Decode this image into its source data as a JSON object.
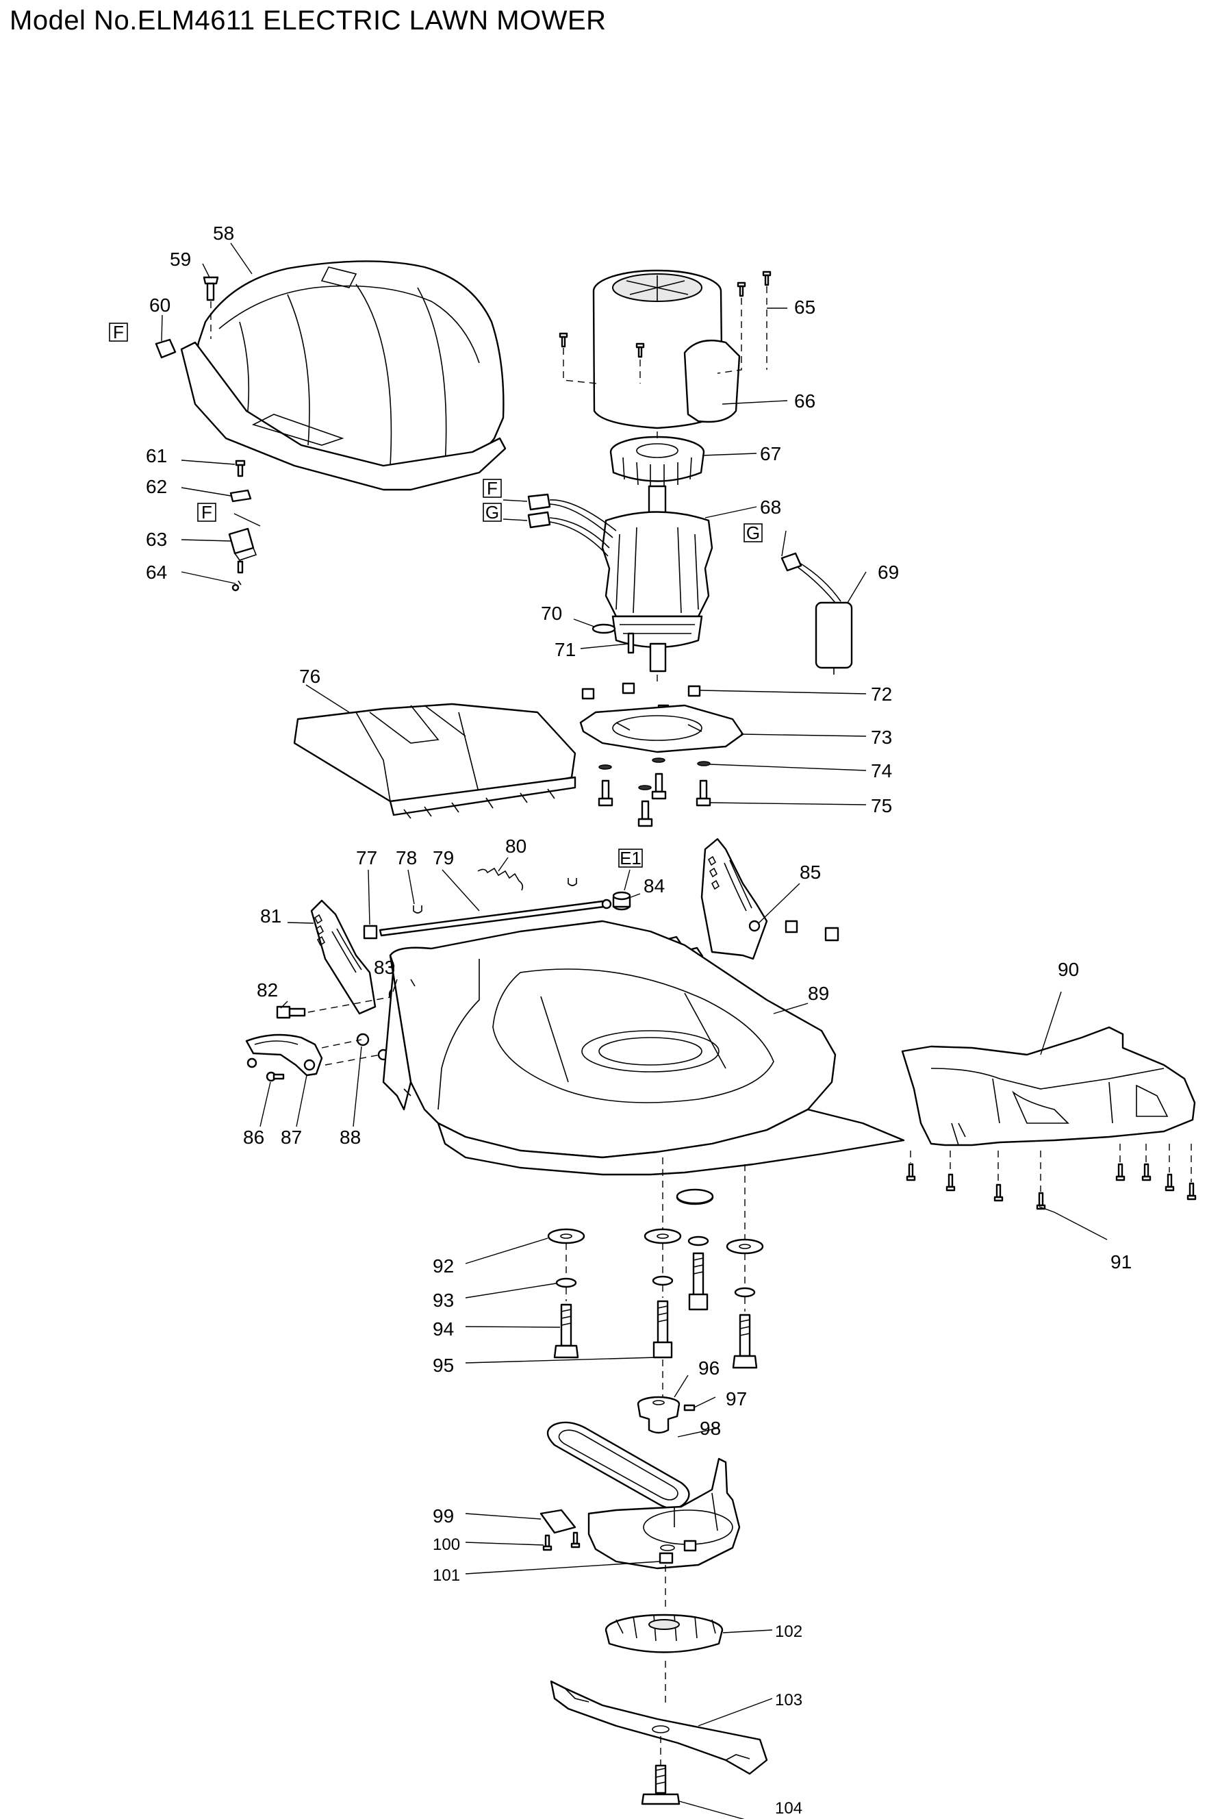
{
  "title": "Model No.ELM4611 ELECTRIC LAWN MOWER",
  "connector_tags": {
    "f1": "F",
    "f2": "F",
    "f3": "F",
    "g1": "G",
    "g2": "G",
    "e1": "E1"
  },
  "callouts": [
    {
      "id": "c58",
      "label": "58"
    },
    {
      "id": "c59",
      "label": "59"
    },
    {
      "id": "c60",
      "label": "60"
    },
    {
      "id": "c61",
      "label": "61"
    },
    {
      "id": "c62",
      "label": "62"
    },
    {
      "id": "c63",
      "label": "63"
    },
    {
      "id": "c64",
      "label": "64"
    },
    {
      "id": "c65",
      "label": "65"
    },
    {
      "id": "c66",
      "label": "66"
    },
    {
      "id": "c67",
      "label": "67"
    },
    {
      "id": "c68",
      "label": "68"
    },
    {
      "id": "c69",
      "label": "69"
    },
    {
      "id": "c70",
      "label": "70"
    },
    {
      "id": "c71",
      "label": "71"
    },
    {
      "id": "c72",
      "label": "72"
    },
    {
      "id": "c73",
      "label": "73"
    },
    {
      "id": "c74",
      "label": "74"
    },
    {
      "id": "c75",
      "label": "75"
    },
    {
      "id": "c76",
      "label": "76"
    },
    {
      "id": "c77",
      "label": "77"
    },
    {
      "id": "c78",
      "label": "78"
    },
    {
      "id": "c79",
      "label": "79"
    },
    {
      "id": "c80",
      "label": "80"
    },
    {
      "id": "c81",
      "label": "81"
    },
    {
      "id": "c82",
      "label": "82"
    },
    {
      "id": "c83",
      "label": "83"
    },
    {
      "id": "c84",
      "label": "84"
    },
    {
      "id": "c85",
      "label": "85"
    },
    {
      "id": "c86",
      "label": "86"
    },
    {
      "id": "c87",
      "label": "87"
    },
    {
      "id": "c88",
      "label": "88"
    },
    {
      "id": "c89",
      "label": "89"
    },
    {
      "id": "c90",
      "label": "90"
    },
    {
      "id": "c91",
      "label": "91"
    },
    {
      "id": "c92",
      "label": "92"
    },
    {
      "id": "c93",
      "label": "93"
    },
    {
      "id": "c94",
      "label": "94"
    },
    {
      "id": "c95",
      "label": "95"
    },
    {
      "id": "c96",
      "label": "96"
    },
    {
      "id": "c97",
      "label": "97"
    },
    {
      "id": "c98",
      "label": "98"
    },
    {
      "id": "c99",
      "label": "99"
    },
    {
      "id": "c100",
      "label": "100"
    },
    {
      "id": "c101",
      "label": "101"
    },
    {
      "id": "c102",
      "label": "102"
    },
    {
      "id": "c103",
      "label": "103"
    },
    {
      "id": "c104",
      "label": "104"
    }
  ]
}
